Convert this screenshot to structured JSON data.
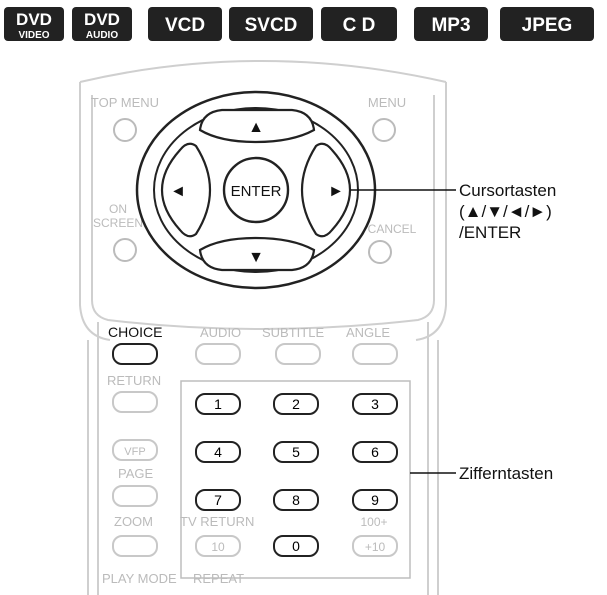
{
  "format_badges": [
    {
      "top": "DVD",
      "bottom": "VIDEO"
    },
    {
      "top": "DVD",
      "bottom": "AUDIO"
    },
    {
      "top": "VCD",
      "bottom": ""
    },
    {
      "top": "SVCD",
      "bottom": ""
    },
    {
      "top": "C D",
      "bottom": ""
    },
    {
      "top": "MP3",
      "bottom": ""
    },
    {
      "top": "JPEG",
      "bottom": ""
    }
  ],
  "remote": {
    "top_menu": "TOP MENU",
    "menu": "MENU",
    "on_screen_1": "ON",
    "on_screen_2": "SCREEN",
    "cancel": "CANCEL",
    "enter": "ENTER",
    "arrow_up": "▲",
    "arrow_down": "▼",
    "arrow_left": "◄",
    "arrow_right": "►",
    "choice": "CHOICE",
    "audio": "AUDIO",
    "subtitle": "SUBTITLE",
    "angle": "ANGLE",
    "return": "RETURN",
    "vfp": "VFP",
    "page": "PAGE",
    "zoom": "ZOOM",
    "tv_return": "TV RETURN",
    "key_10": "10",
    "hundred_plus": "100+",
    "plus_10": "+10",
    "play_mode": "PLAY MODE",
    "repeat": "REPEAT",
    "digits": [
      "1",
      "2",
      "3",
      "4",
      "5",
      "6",
      "7",
      "8",
      "9",
      "0"
    ]
  },
  "callouts": {
    "cursor_line1": "Cursortasten",
    "cursor_line2": "(▲/▼/◄/►)",
    "cursor_line3": "/ENTER",
    "number_keys": "Zifferntasten"
  }
}
